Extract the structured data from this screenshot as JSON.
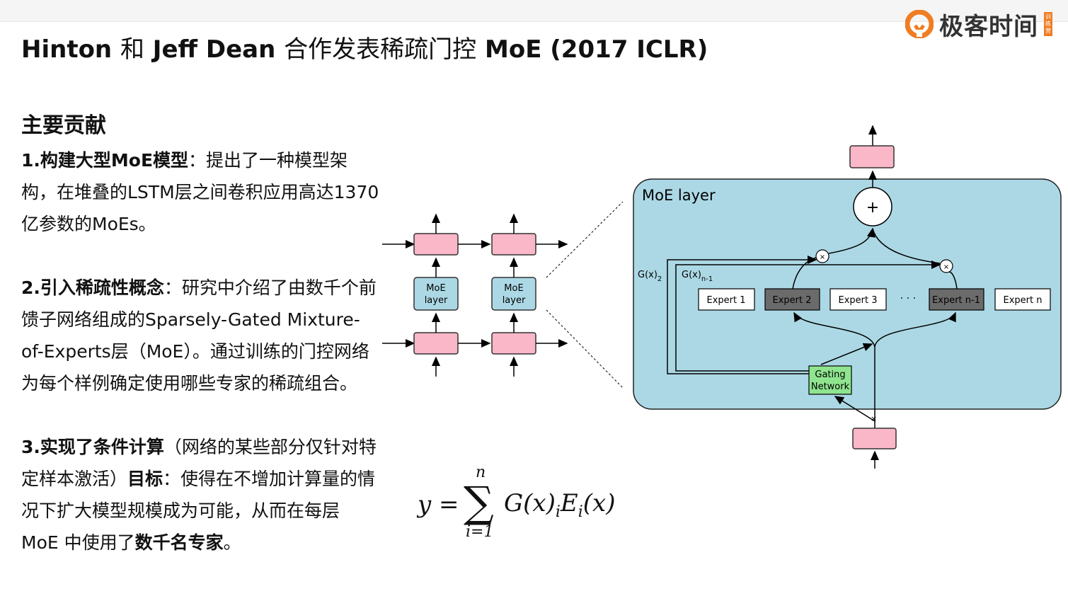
{
  "slide": {
    "title": {
      "part1": "Hinton ",
      "part2": "和",
      "part3": " Jeff Dean ",
      "part4": "合作发表稀疏门控",
      "part5": " MoE (2017 ICLR)"
    },
    "logo_text": "极客时间",
    "logo_tag": "训练营"
  },
  "content": {
    "heading": "主要贡献",
    "items": [
      {
        "bold": "1.构建大型MoE模型",
        "sep": "：",
        "text": "提出了一种模型架构，在堆叠的LSTM层之间卷积应用高达1370亿参数的MoEs。"
      },
      {
        "bold": "2.引入稀疏性概念",
        "sep": "：",
        "text": "研究中介绍了由数千个前馈子网络组成的Sparsely-Gated Mixture-of-Experts层（MoE）。通过训练的门控网络为每个样例确定使用哪些专家的稀疏组合。"
      },
      {
        "bold": "3.实现了条件计算",
        "text2": "（网络的某些部分仅针对特定样本激活）",
        "bold2": "目标",
        "text3": "：使得在不增加计算量的情况下扩大模型规模成为可能，从而在每层 MoE 中使用了",
        "bold3": "数千名专家",
        "text4": "。"
      }
    ]
  },
  "diagram": {
    "moe_label": "MoE layer",
    "stack_moe_text1": "MoE",
    "stack_moe_text2": "layer",
    "plus": "+",
    "times": "×",
    "gx2": "G(x)",
    "gx2_sub": "2",
    "gxn1": "G(x)",
    "gxn1_sub": "n-1",
    "experts": [
      "Expert 1",
      "Expert 2",
      "Expert 3",
      "Expert n-1",
      "Expert n"
    ],
    "dots": "· · ·",
    "gating1": "Gating",
    "gating2": "Network",
    "colors": {
      "panel": "#acd8e5",
      "pink": "#f9b7c8",
      "gate": "#8fe58f",
      "expert_active": "#6b6b6b"
    }
  },
  "formula": {
    "y": "y",
    "eq": "=",
    "sigma": "∑",
    "upper": "n",
    "lower": "i=1",
    "g": "G(x)",
    "sub_i": "i",
    "e": "E",
    "sub_i2": "i",
    "x": "(x)"
  }
}
